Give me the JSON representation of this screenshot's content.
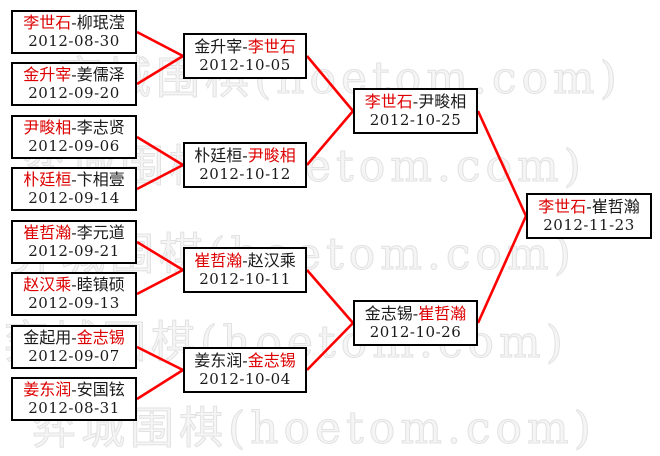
{
  "colors": {
    "line": "#ff0000",
    "winner": "#dd0000",
    "text": "#1a1a1a",
    "border": "#000000",
    "watermark": "#e2e2e2",
    "background": "#ffffff"
  },
  "watermark": {
    "text": "弈城围棋(hoetom.com)"
  },
  "bracket": {
    "separator": "-",
    "round1": [
      {
        "p1": "李世石",
        "p2": "柳珉滢",
        "date": "2012-08-30",
        "winner": "p1"
      },
      {
        "p1": "金升宰",
        "p2": "姜儒泽",
        "date": "2012-09-20",
        "winner": "p1"
      },
      {
        "p1": "尹畯相",
        "p2": "李志贤",
        "date": "2012-09-06",
        "winner": "p1"
      },
      {
        "p1": "朴廷桓",
        "p2": "卞相壹",
        "date": "2012-09-14",
        "winner": "p1"
      },
      {
        "p1": "崔哲瀚",
        "p2": "李元道",
        "date": "2012-09-21",
        "winner": "p1"
      },
      {
        "p1": "赵汉乘",
        "p2": "睦镇硕",
        "date": "2012-09-13",
        "winner": "p1"
      },
      {
        "p1": "金起用",
        "p2": "金志锡",
        "date": "2012-09-07",
        "winner": "p2"
      },
      {
        "p1": "姜东润",
        "p2": "安国铉",
        "date": "2012-08-31",
        "winner": "p1"
      }
    ],
    "round2": [
      {
        "p1": "金升宰",
        "p2": "李世石",
        "date": "2012-10-05",
        "winner": "p2"
      },
      {
        "p1": "朴廷桓",
        "p2": "尹畯相",
        "date": "2012-10-12",
        "winner": "p2"
      },
      {
        "p1": "崔哲瀚",
        "p2": "赵汉乘",
        "date": "2012-10-11",
        "winner": "p1"
      },
      {
        "p1": "姜东润",
        "p2": "金志锡",
        "date": "2012-10-04",
        "winner": "p2"
      }
    ],
    "semifinals": [
      {
        "p1": "李世石",
        "p2": "尹畯相",
        "date": "2012-10-25",
        "winner": "p1"
      },
      {
        "p1": "金志锡",
        "p2": "崔哲瀚",
        "date": "2012-10-26",
        "winner": "p2"
      }
    ],
    "final": [
      {
        "p1": "李世石",
        "p2": "崔哲瀚",
        "date": "2012-11-23",
        "winner": "p1"
      }
    ]
  }
}
